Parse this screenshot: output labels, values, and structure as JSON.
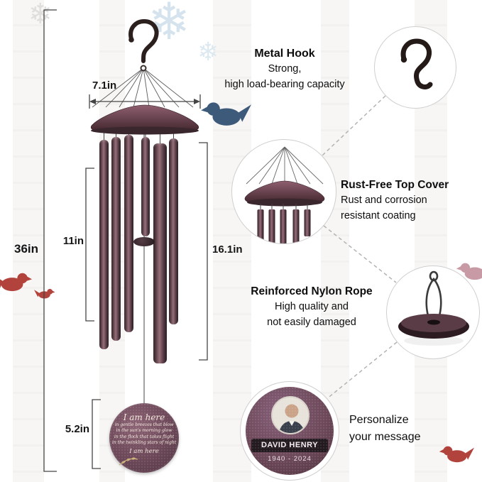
{
  "dimensions": {
    "total_height": "36in",
    "top_width": "7.1in",
    "tube_length": "11in",
    "chime_section": "16.1in",
    "pendant_drop": "5.2in"
  },
  "callouts": {
    "hook": {
      "title": "Metal Hook",
      "desc": "Strong,\nhigh load-bearing capacity"
    },
    "cover": {
      "title": "Rust-Free Top Cover",
      "desc": "Rust and corrosion\nresistant coating"
    },
    "rope": {
      "title": "Reinforced Nylon Rope",
      "desc": "High quality and\nnot easily damaged"
    },
    "personalize": {
      "title": "Personalize\nyour message"
    }
  },
  "pendant": {
    "opening": "I am here",
    "line1": "in gentle breezes that blow",
    "line2": "in the sun's morning glow",
    "line3": "in the flock that takes flight",
    "line4": "in the twinkling stars of night",
    "closing": "I am here"
  },
  "memorial": {
    "name": "DAVID HENRY",
    "years": "1940 - 2024"
  },
  "colors": {
    "chime_body": "#6d4754",
    "red_bird": "#b2423c",
    "blue_bird": "#3e5a7a",
    "pink_bird": "#c79aa6",
    "snowflake_blue": "#cfe0ea"
  }
}
